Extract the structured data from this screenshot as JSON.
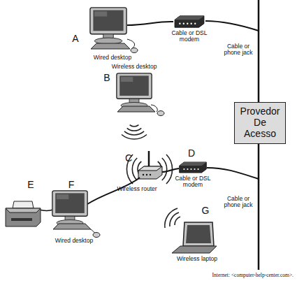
{
  "diagram": {
    "caption": "Internet: <computer-help-center.com>.",
    "nodes": [
      {
        "text": [
          "Provedor De Acesso"
        ]
      }
    ],
    "labels": [
      "A",
      "Wired desktop",
      "Cable or DSL modem",
      "Cable or phone jack",
      "B",
      "Wireless desktop",
      "C",
      "Wireless router",
      "D",
      "Cable or DSL modem",
      "Cable or phone jack",
      "E",
      "F",
      "Wired desktop",
      "G",
      "Wireless laptop"
    ]
  }
}
